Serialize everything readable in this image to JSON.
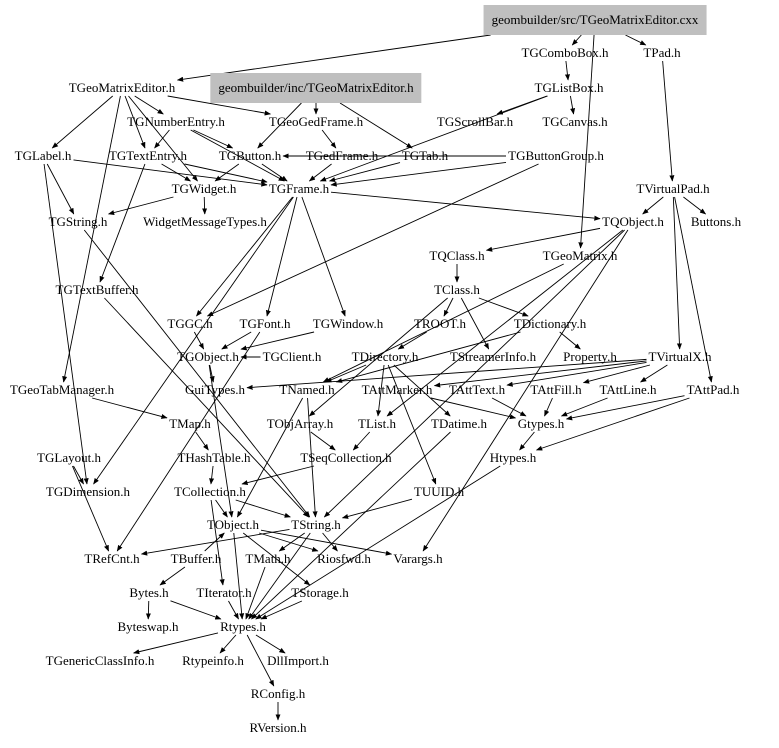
{
  "nodes": {
    "cxx": "geombuilder/src/TGeoMatrixEditor.cxx",
    "inc": "geombuilder/inc/TGeoMatrixEditor.h",
    "TGComboBox": "TGComboBox.h",
    "TPad": "TPad.h",
    "TGeoMatrixEditor": "TGeoMatrixEditor.h",
    "TGListBox": "TGListBox.h",
    "TGNumberEntry": "TGNumberEntry.h",
    "TGeoGedFrame": "TGeoGedFrame.h",
    "TGScrollBar": "TGScrollBar.h",
    "TGCanvas": "TGCanvas.h",
    "TGLabel": "TGLabel.h",
    "TGTextEntry": "TGTextEntry.h",
    "TGButton": "TGButton.h",
    "TGedFrame": "TGedFrame.h",
    "TGTab": "TGTab.h",
    "TGButtonGroup": "TGButtonGroup.h",
    "TVirtualPad": "TVirtualPad.h",
    "TGWidget": "TGWidget.h",
    "TGFrame": "TGFrame.h",
    "TGString": "TGString.h",
    "WidgetMessageTypes": "WidgetMessageTypes.h",
    "TQObject": "TQObject.h",
    "Buttons": "Buttons.h",
    "TQClass": "TQClass.h",
    "TGeoMatrix": "TGeoMatrix.h",
    "TGTextBuffer": "TGTextBuffer.h",
    "TClass": "TClass.h",
    "TGGC": "TGGC.h",
    "TGFont": "TGFont.h",
    "TGWindow": "TGWindow.h",
    "TROOT": "TROOT.h",
    "TDictionary": "TDictionary.h",
    "TGObject": "TGObject.h",
    "TGClient": "TGClient.h",
    "TDirectory": "TDirectory.h",
    "TStreamerInfo": "TStreamerInfo.h",
    "Property": "Property.h",
    "TVirtualX": "TVirtualX.h",
    "TGeoTabManager": "TGeoTabManager.h",
    "GuiTypes": "GuiTypes.h",
    "TNamed": "TNamed.h",
    "TAttMarker": "TAttMarker.h",
    "TAttText": "TAttText.h",
    "TAttFill": "TAttFill.h",
    "TAttLine": "TAttLine.h",
    "TAttPad": "TAttPad.h",
    "TMap": "TMap.h",
    "TObjArray": "TObjArray.h",
    "TList": "TList.h",
    "TDatime": "TDatime.h",
    "Gtypes": "Gtypes.h",
    "TGLayout": "TGLayout.h",
    "THashTable": "THashTable.h",
    "TSeqCollection": "TSeqCollection.h",
    "Htypes": "Htypes.h",
    "TGDimension": "TGDimension.h",
    "TCollection": "TCollection.h",
    "TUUID": "TUUID.h",
    "TObject": "TObject.h",
    "TString": "TString.h",
    "TRefCnt": "TRefCnt.h",
    "TBuffer": "TBuffer.h",
    "TMath": "TMath.h",
    "Riosfwd": "Riosfwd.h",
    "Varargs": "Varargs.h",
    "Bytes": "Bytes.h",
    "TIterator": "TIterator.h",
    "TStorage": "TStorage.h",
    "Byteswap": "Byteswap.h",
    "Rtypes": "Rtypes.h",
    "TGenericClassInfo": "TGenericClassInfo.h",
    "Rtypeinfo": "Rtypeinfo.h",
    "DllImport": "DllImport.h",
    "RConfig": "RConfig.h",
    "RVersion": "RVersion.h"
  },
  "highlight_color": "#bfbfbf",
  "edges": [
    [
      "cxx",
      "TGeoMatrixEditor"
    ],
    [
      "cxx",
      "TGComboBox"
    ],
    [
      "cxx",
      "TPad"
    ],
    [
      "cxx",
      "TGeoMatrix"
    ],
    [
      "inc",
      "TGeoGedFrame"
    ],
    [
      "inc",
      "TGTab"
    ],
    [
      "inc",
      "TGButton"
    ],
    [
      "TGeoMatrixEditor",
      "TGLabel"
    ],
    [
      "TGeoMatrixEditor",
      "TGTextEntry"
    ],
    [
      "TGeoMatrixEditor",
      "TGNumberEntry"
    ],
    [
      "TGeoMatrixEditor",
      "TGeoGedFrame"
    ],
    [
      "TGeoMatrixEditor",
      "TGWidget"
    ],
    [
      "TGeoMatrixEditor",
      "TGeoTabManager"
    ],
    [
      "TGComboBox",
      "TGListBox"
    ],
    [
      "TGListBox",
      "TGScrollBar"
    ],
    [
      "TGListBox",
      "TGCanvas"
    ],
    [
      "TGListBox",
      "TGFrame"
    ],
    [
      "TPad",
      "TVirtualPad"
    ],
    [
      "TVirtualPad",
      "TQObject"
    ],
    [
      "TVirtualPad",
      "Buttons"
    ],
    [
      "TVirtualPad",
      "TVirtualX"
    ],
    [
      "TVirtualPad",
      "TAttPad"
    ],
    [
      "TGNumberEntry",
      "TGTextEntry"
    ],
    [
      "TGNumberEntry",
      "TGButton"
    ],
    [
      "TGNumberEntry",
      "TGFrame"
    ],
    [
      "TGeoGedFrame",
      "TGedFrame"
    ],
    [
      "TGedFrame",
      "TGFrame"
    ],
    [
      "TGTab",
      "TGFrame"
    ],
    [
      "TGButtonGroup",
      "TGFrame"
    ],
    [
      "TGButtonGroup",
      "TGButton"
    ],
    [
      "TGButtonGroup",
      "TGGC"
    ],
    [
      "TGButton",
      "TGFrame"
    ],
    [
      "TGButton",
      "TGWidget"
    ],
    [
      "TGTextEntry",
      "TGFrame"
    ],
    [
      "TGTextEntry",
      "TGWidget"
    ],
    [
      "TGTextEntry",
      "TGTextBuffer"
    ],
    [
      "TGLabel",
      "TGString"
    ],
    [
      "TGLabel",
      "TGFrame"
    ],
    [
      "TGLabel",
      "TGDimension"
    ],
    [
      "TGWidget",
      "WidgetMessageTypes"
    ],
    [
      "TGWidget",
      "TGString"
    ],
    [
      "TGFrame",
      "TGWindow"
    ],
    [
      "TGFrame",
      "TQObject"
    ],
    [
      "TGFrame",
      "TGDimension"
    ],
    [
      "TGFrame",
      "TGGC"
    ],
    [
      "TGFrame",
      "TGFont"
    ],
    [
      "TGString",
      "TString"
    ],
    [
      "TGTextBuffer",
      "TString"
    ],
    [
      "TQObject",
      "TQClass"
    ],
    [
      "TQObject",
      "TList"
    ],
    [
      "TQObject",
      "TString"
    ],
    [
      "TQObject",
      "Varargs"
    ],
    [
      "TQClass",
      "TClass"
    ],
    [
      "TClass",
      "TROOT"
    ],
    [
      "TClass",
      "TDictionary"
    ],
    [
      "TClass",
      "TStreamerInfo"
    ],
    [
      "TClass",
      "TObjArray"
    ],
    [
      "TROOT",
      "TDirectory"
    ],
    [
      "TDictionary",
      "Property"
    ],
    [
      "TDictionary",
      "TNamed"
    ],
    [
      "TGeoMatrix",
      "TNamed"
    ],
    [
      "TVirtualX",
      "TAttLine"
    ],
    [
      "TVirtualX",
      "TAttFill"
    ],
    [
      "TVirtualX",
      "TAttText"
    ],
    [
      "TVirtualX",
      "TAttMarker"
    ],
    [
      "TVirtualX",
      "GuiTypes"
    ],
    [
      "TAttPad",
      "Gtypes"
    ],
    [
      "TAttPad",
      "Htypes"
    ],
    [
      "TAttLine",
      "Gtypes"
    ],
    [
      "TAttFill",
      "Gtypes"
    ],
    [
      "TAttText",
      "Gtypes"
    ],
    [
      "TAttMarker",
      "Gtypes"
    ],
    [
      "Gtypes",
      "Htypes"
    ],
    [
      "Htypes",
      "Rtypes"
    ],
    [
      "TGWindow",
      "TGObject"
    ],
    [
      "TGClient",
      "TGObject"
    ],
    [
      "TGObject",
      "TObject"
    ],
    [
      "TGObject",
      "GuiTypes"
    ],
    [
      "TGFont",
      "TGObject"
    ],
    [
      "TGFont",
      "TRefCnt"
    ],
    [
      "TGGC",
      "TGObject"
    ],
    [
      "TDirectory",
      "TNamed"
    ],
    [
      "TDirectory",
      "TList"
    ],
    [
      "TDirectory",
      "TDatime"
    ],
    [
      "TDirectory",
      "TUUID"
    ],
    [
      "TNamed",
      "TObject"
    ],
    [
      "TNamed",
      "TString"
    ],
    [
      "TObjArray",
      "TSeqCollection"
    ],
    [
      "TList",
      "TSeqCollection"
    ],
    [
      "TSeqCollection",
      "TCollection"
    ],
    [
      "TMap",
      "THashTable"
    ],
    [
      "THashTable",
      "TCollection"
    ],
    [
      "TCollection",
      "TObject"
    ],
    [
      "TCollection",
      "TIterator"
    ],
    [
      "TCollection",
      "TString"
    ],
    [
      "TObject",
      "Rtypes"
    ],
    [
      "TObject",
      "Varargs"
    ],
    [
      "TObject",
      "TStorage"
    ],
    [
      "TObject",
      "Riosfwd"
    ],
    [
      "TString",
      "TRefCnt"
    ],
    [
      "TString",
      "TMath"
    ],
    [
      "TString",
      "Riosfwd"
    ],
    [
      "TString",
      "Rtypes"
    ],
    [
      "TStorage",
      "Rtypes"
    ],
    [
      "TBuffer",
      "Bytes"
    ],
    [
      "TBuffer",
      "TObject"
    ],
    [
      "Bytes",
      "Byteswap"
    ],
    [
      "Bytes",
      "Rtypes"
    ],
    [
      "TIterator",
      "Rtypes"
    ],
    [
      "Rtypes",
      "RConfig"
    ],
    [
      "Rtypes",
      "DllImport"
    ],
    [
      "Rtypes",
      "Rtypeinfo"
    ],
    [
      "Rtypes",
      "TGenericClassInfo"
    ],
    [
      "RConfig",
      "RVersion"
    ],
    [
      "TGeoTabManager",
      "TMap"
    ],
    [
      "TGLayout",
      "TGDimension"
    ],
    [
      "TGLayout",
      "TRefCnt"
    ],
    [
      "TDatime",
      "Rtypes"
    ],
    [
      "TUUID",
      "TString"
    ],
    [
      "TMath",
      "Rtypes"
    ]
  ]
}
